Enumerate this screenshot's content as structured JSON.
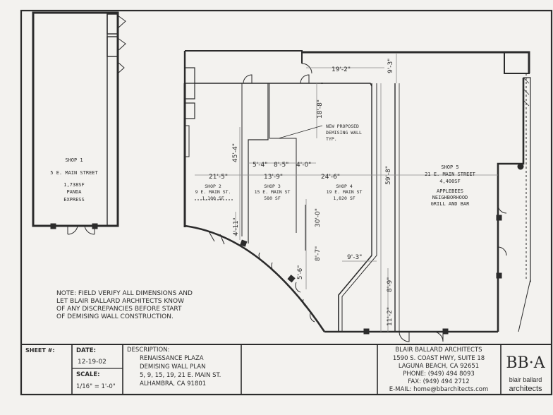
{
  "shops": [
    {
      "name": "SHOP 1",
      "address": "5 E. MAIN STREET",
      "area": "1,738SF",
      "tenant_line1": "PANDA",
      "tenant_line2": "EXPRESS"
    },
    {
      "name": "SHOP 2",
      "address": "9 E. MAIN ST.",
      "area": "1,100 SF"
    },
    {
      "name": "SHOP 3",
      "address": "15 E. MAIN ST",
      "area": "580 SF"
    },
    {
      "name": "SHOP 4",
      "address": "19 E. MAIN ST",
      "area": "1,820 SF"
    },
    {
      "name": "SHOP 5",
      "address": "21 E. MAIN STREET",
      "area": "4,400SF",
      "tenant_line1": "APPLEBEES",
      "tenant_line2": "NEIGHBORHOOD",
      "tenant_line3": "GRILL AND BAR"
    }
  ],
  "dimensions": {
    "d19_2": "19'-2\"",
    "d9_3_top": "9'-3\"",
    "d18_8": "18'-8\"",
    "d45_4": "45'-4\"",
    "d5_4": "5'-4\"",
    "d8_5": "8'-5\"",
    "d4_0": "4'-0\"",
    "d21_5": "21'-5\"",
    "d13_9": "13'-9\"",
    "d24_6": "24'-6\"",
    "d59_8": "59'-8\"",
    "d30_0": "30'-0\"",
    "d4_11": "4'-11\"",
    "d8_7": "8'-7\"",
    "d5_6": "5'-6\"",
    "d9_3_low": "9'-3\"",
    "d8_9": "8'-9\"",
    "d11_2": "11'-2\""
  },
  "callout": {
    "line1": "NEW PROPOSED",
    "line2": "DEMISING WALL",
    "line3": "TYP."
  },
  "note": {
    "line1": "NOTE: FIELD VERIFY ALL DIMENSIONS AND",
    "line2": "LET BLAIR BALLARD ARCHITECTS KNOW",
    "line3": "OF ANY DISCREPANCIES BEFORE START",
    "line4": "OF DEMISING WALL CONSTRUCTION."
  },
  "title_block": {
    "sheet_label": "SHEET #:",
    "date_label": "DATE:",
    "date_value": "12-19-02",
    "scale_label": "SCALE:",
    "scale_value": "1/16\" = 1'-0\"",
    "description_label": "DESCRIPTION:",
    "description_line1": "RENAISSANCE PLAZA",
    "description_line2": "DEMISING WALL PLAN",
    "description_line3": "5, 9, 15, 19, 21 E. MAIN ST.",
    "description_line4": "ALHAMBRA, CA 91801",
    "firm_name": "BLAIR BALLARD ARCHITECTS",
    "firm_address1": "1590 S. COAST HWY, SUITE 18",
    "firm_address2": "LAGUNA BEACH, CA 92651",
    "phone": "PHONE: (949) 494 8093",
    "fax": "FAX: (949) 494 2712",
    "email": "E-MAIL: home@bbarchitects.com",
    "logo_mark": "BB·A",
    "logo_text1": "blair ballard",
    "logo_text2": "architects"
  },
  "colors": {
    "paper": "#f3f2ef",
    "ink": "#2b2b2b",
    "dim_line": "#8a8a8a"
  }
}
